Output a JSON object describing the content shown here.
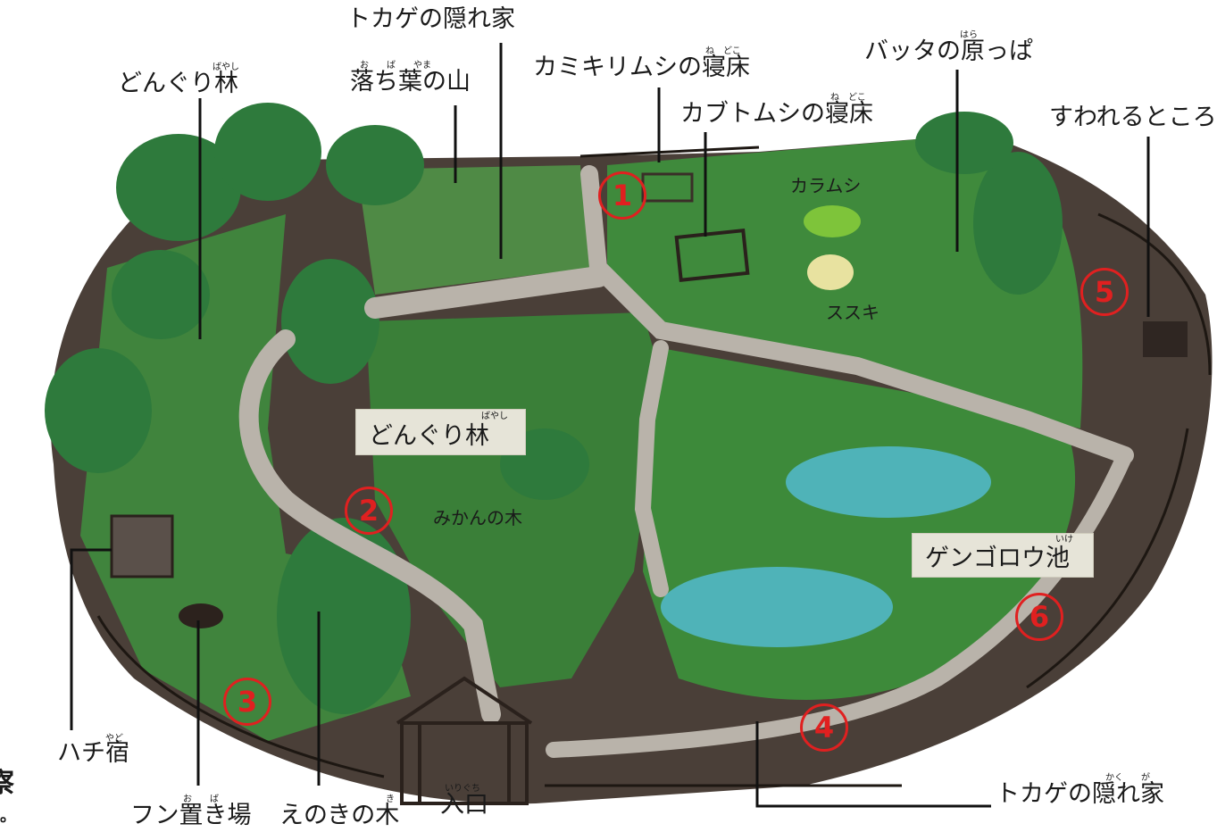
{
  "labels": {
    "tokage_top": "トカゲの隠れ家",
    "ochiba": "落ち葉の山",
    "ochiba_ruby": "お　　ば　　やま",
    "kamikiri": "カミキリムシの寝床",
    "kamikiri_ruby": "ね　どこ",
    "kabuto": "カブトムシの寝床",
    "kabuto_ruby": "ね　どこ",
    "batta": "バッタの原っぱ",
    "batta_ruby": "はら",
    "donguri_top": "どんぐり林",
    "donguri_top_ruby": "ばやし",
    "suwareru": "すわれるところ",
    "karamushi": "カラムシ",
    "susuki": "ススキ",
    "donguri_box": "どんぐり林",
    "donguri_box_ruby": "ばやし",
    "mikan": "みかんの木",
    "gengorou": "ゲンゴロウ池",
    "gengorou_ruby": "いけ",
    "hachi": "ハチ宿",
    "hachi_ruby": "やど",
    "fun": "フン置き場",
    "fun_ruby": "お　　ば",
    "enoki": "えのきの木",
    "enoki_ruby": "き",
    "iriguchi": "入口",
    "iriguchi_ruby": "いりぐち",
    "tokage_bottom": "トカゲの隠れ家",
    "tokage_bottom_ruby": "かく　　が",
    "edge_left": "察",
    "edge_left_small": "。"
  },
  "markers": [
    "1",
    "2",
    "3",
    "4",
    "5",
    "6"
  ],
  "colors": {
    "grass": "#3f8a3c",
    "tree": "#2e7a3c",
    "soil": "#4a3f38",
    "path": "#b9b3aa",
    "pond": "#4fb3b8",
    "marker": "#e02020"
  }
}
